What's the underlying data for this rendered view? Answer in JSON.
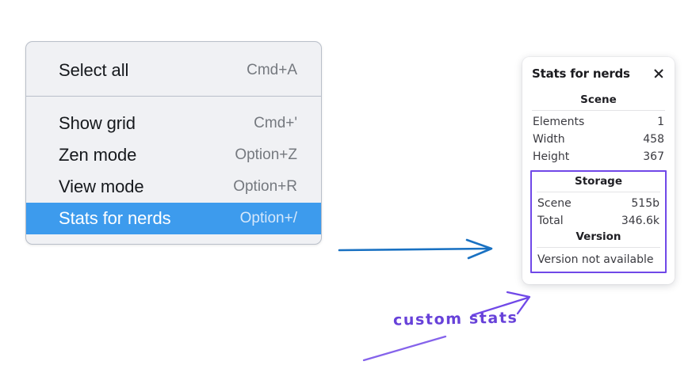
{
  "context_menu": {
    "name": "canvas-context-menu",
    "sections": [
      {
        "items": [
          {
            "label": "Select all",
            "shortcut": "Cmd+A",
            "selected": false
          }
        ]
      },
      {
        "items": [
          {
            "label": "Show grid",
            "shortcut": "Cmd+'",
            "selected": false
          },
          {
            "label": "Zen mode",
            "shortcut": "Option+Z",
            "selected": false
          },
          {
            "label": "View mode",
            "shortcut": "Option+R",
            "selected": false
          },
          {
            "label": "Stats for nerds",
            "shortcut": "Option+/",
            "selected": true
          }
        ]
      }
    ]
  },
  "stats_panel": {
    "title": "Stats for nerds",
    "close_icon": "close-icon",
    "scene": {
      "heading": "Scene",
      "rows": [
        {
          "key": "Elements",
          "value": "1"
        },
        {
          "key": "Width",
          "value": "458"
        },
        {
          "key": "Height",
          "value": "367"
        }
      ]
    },
    "storage": {
      "heading": "Storage",
      "rows": [
        {
          "key": "Scene",
          "value": "515b"
        },
        {
          "key": "Total",
          "value": "346.6k"
        }
      ]
    },
    "version": {
      "heading": "Version",
      "text": "Version not available"
    }
  },
  "annotations": {
    "custom_stats_label": "custom stats",
    "blue_arrow_name": "blue-pointer-arrow",
    "purple_arrow_name": "purple-pointer-arrow",
    "purple_underline_name": "purple-underline-stroke"
  },
  "colors": {
    "menu_highlight": "#3d9bed",
    "menu_background": "#f0f1f4",
    "annotation_purple": "#7048e8",
    "annotation_blue": "#1971c2",
    "panel_background": "#ffffff"
  }
}
